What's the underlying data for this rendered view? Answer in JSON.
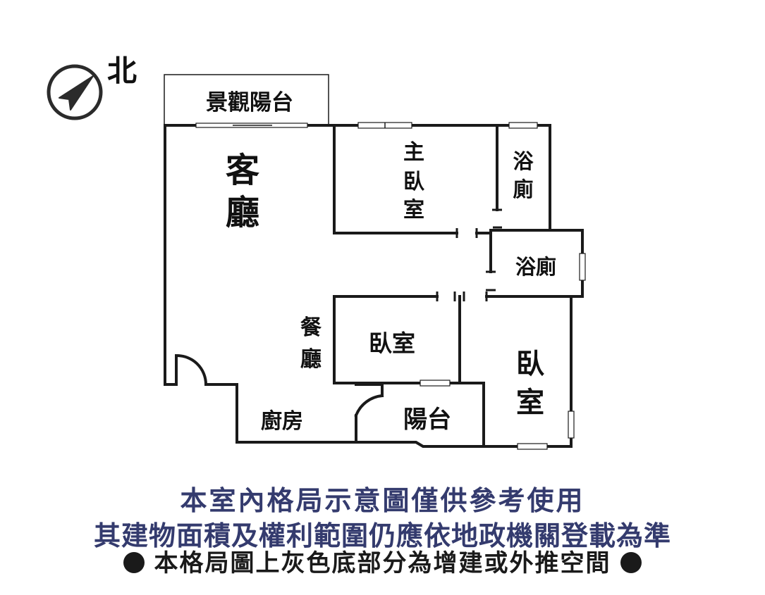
{
  "compass": {
    "label": "北"
  },
  "rooms": {
    "balcony_view": "景觀陽台",
    "living_1": "客",
    "living_2": "廳",
    "master_1": "主",
    "master_2": "臥",
    "master_3": "室",
    "bath_top_1": "浴",
    "bath_top_2": "廁",
    "bath_mid": "浴廁",
    "dining_1": "餐",
    "dining_2": "廳",
    "bedroom_mid": "臥室",
    "bedroom_right_1": "臥",
    "bedroom_right_2": "室",
    "kitchen": "廚房",
    "balcony_small": "陽台"
  },
  "disclaimer": {
    "line1": "本室內格局示意圖僅供參考使用",
    "line2": "其建物面積及權利範圍仍應依地政機關登載為準",
    "line3": "本格局圖上灰色底部分為增建或外推空間"
  },
  "colors": {
    "disclaimer_text": "#343b6e",
    "walls": "#1a1a1a"
  }
}
